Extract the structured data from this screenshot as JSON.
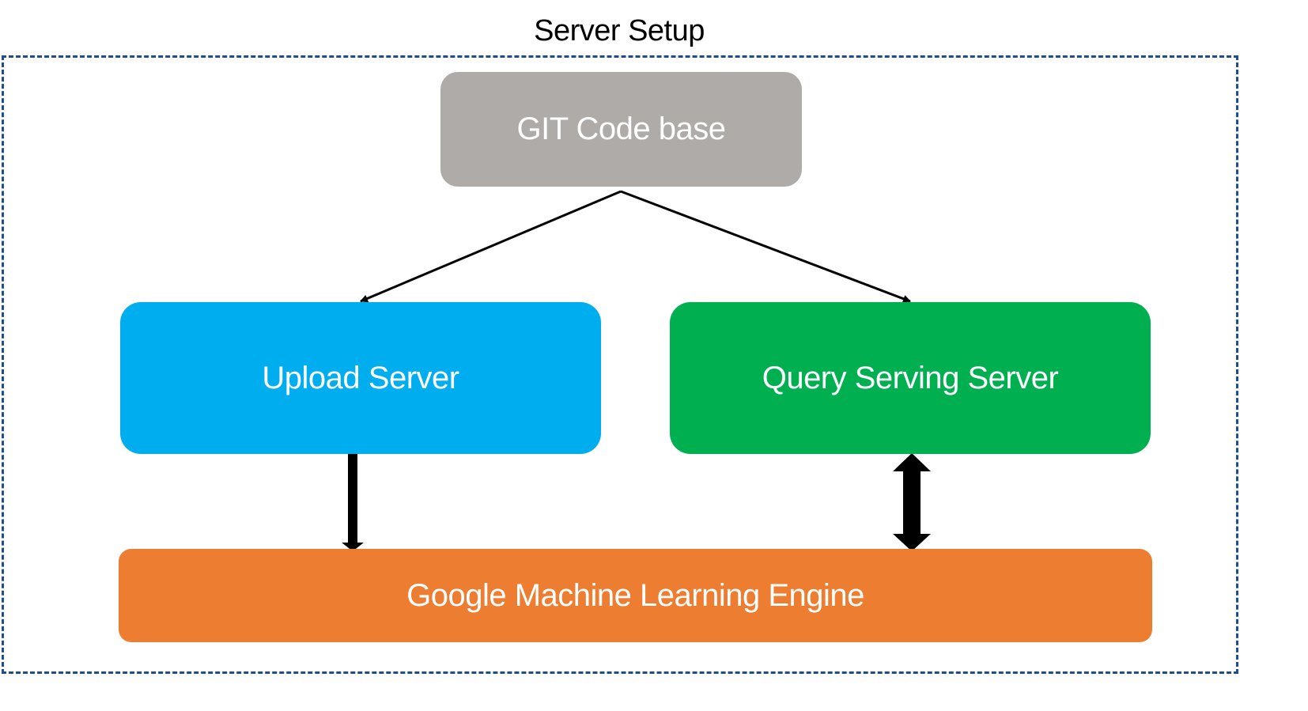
{
  "title": "Server Setup",
  "nodes": {
    "git": {
      "label": "GIT Code base",
      "color": "#afaba9"
    },
    "upload": {
      "label": "Upload Server",
      "color": "#00aeef"
    },
    "query": {
      "label": "Query Serving Server",
      "color": "#00b050"
    },
    "engine": {
      "label": "Google Machine Learning Engine",
      "color": "#ed7d31"
    }
  },
  "edges": [
    {
      "from": "git",
      "to": "upload",
      "style": "thin-arrow"
    },
    {
      "from": "git",
      "to": "query",
      "style": "thin-arrow"
    },
    {
      "from": "upload",
      "to": "engine",
      "style": "thick-arrow"
    },
    {
      "from": "query",
      "to": "engine",
      "style": "thick-double-arrow"
    }
  ],
  "colors": {
    "frame_border": "#1f4e8c",
    "arrow": "#000000",
    "text": "#ffffff"
  }
}
